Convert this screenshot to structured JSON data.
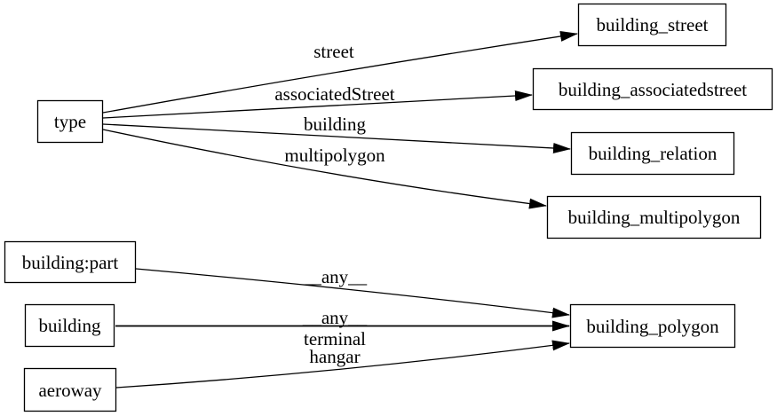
{
  "diagram": {
    "type": "directed-graph",
    "background_color": "#ffffff",
    "stroke_color": "#000000",
    "nodes": {
      "type": {
        "label": "type"
      },
      "building_street": {
        "label": "building_street"
      },
      "building_associatedstreet": {
        "label": "building_associatedstreet"
      },
      "building_relation": {
        "label": "building_relation"
      },
      "building_multipolygon": {
        "label": "building_multipolygon"
      },
      "building_part": {
        "label": "building:part"
      },
      "building": {
        "label": "building"
      },
      "aeroway": {
        "label": "aeroway"
      },
      "building_polygon": {
        "label": "building_polygon"
      }
    },
    "edges": [
      {
        "from": "type",
        "to": "building_street",
        "label": "street"
      },
      {
        "from": "type",
        "to": "building_associatedstreet",
        "label": "associatedStreet"
      },
      {
        "from": "type",
        "to": "building_relation",
        "label": "building"
      },
      {
        "from": "type",
        "to": "building_multipolygon",
        "label": "multipolygon"
      },
      {
        "from": "building_part",
        "to": "building_polygon",
        "label": "__any__"
      },
      {
        "from": "building",
        "to": "building_polygon",
        "label": "__any__"
      },
      {
        "from": "aeroway",
        "to": "building_polygon",
        "label_line1": "terminal",
        "label_line2": "hangar"
      }
    ]
  }
}
